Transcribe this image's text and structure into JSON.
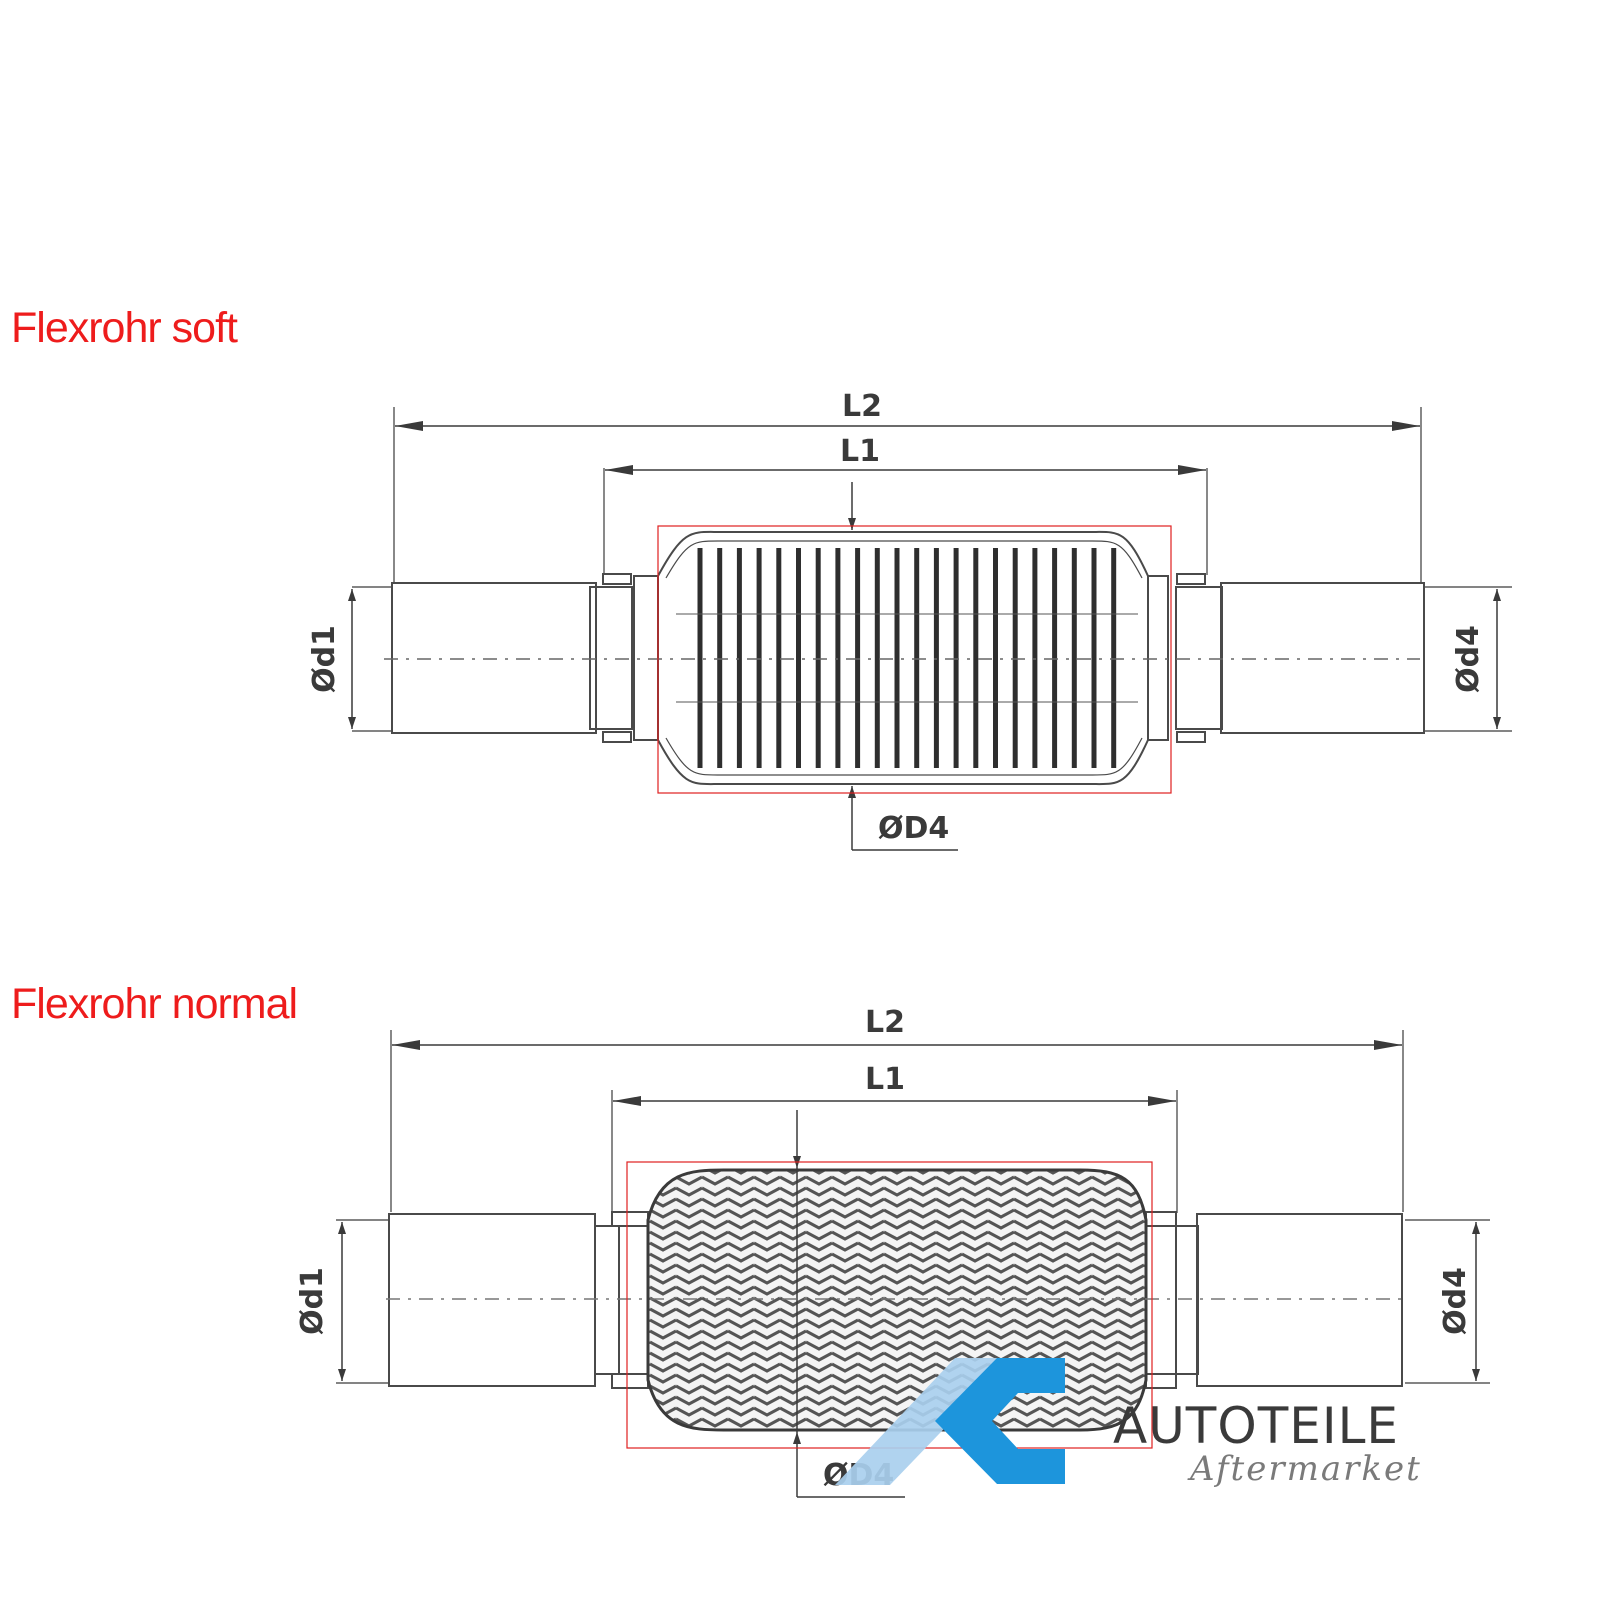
{
  "sections": [
    {
      "title": "Flexrohr soft",
      "labels": {
        "l2": "L2",
        "l1": "L1",
        "d1": "Ød1",
        "d4": "Ød4",
        "D4": "ØD4"
      }
    },
    {
      "title": "Flexrohr normal",
      "labels": {
        "l2": "L2",
        "l1": "L1",
        "d1": "Ød1",
        "d4": "Ød4",
        "D4": "ØD4"
      }
    }
  ],
  "logo": {
    "line1": "AUTOTEILE",
    "line2": "Aftermarket"
  },
  "colors": {
    "title": "#ee1c1c",
    "highlight_box": "#e02020",
    "line": "#3a3a3a",
    "logo_light_blue": "#a9cfee",
    "logo_blue": "#1d95dc"
  }
}
